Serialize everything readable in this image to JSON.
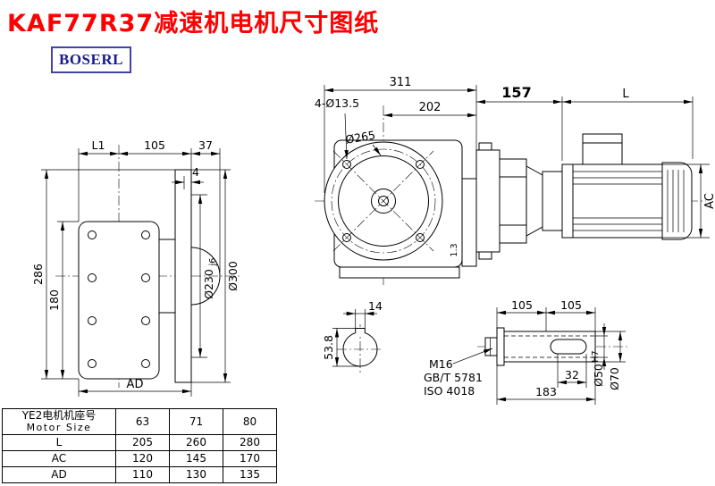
{
  "page": {
    "title": "KAF77R37减速机电机尺寸图纸",
    "logo": "BOSERL"
  },
  "side_view": {
    "l1": "L1",
    "d105": "105",
    "d37": "37",
    "d4": "4",
    "d286": "286",
    "d180": "180",
    "ad": "AD",
    "d230": "Ø230",
    "d230_tol": "j6",
    "d300": "Ø300"
  },
  "front_view": {
    "d311": "311",
    "d202": "202",
    "holes": "4-Ø13.5",
    "d265": "Ø265",
    "note": "1.3"
  },
  "motor_view": {
    "d157": "157",
    "l": "L",
    "ac": "AC"
  },
  "bore_view": {
    "d14": "14",
    "d538": "53.8"
  },
  "shaft_view": {
    "d105a": "105",
    "d105b": "105",
    "m16": "M16",
    "gbt": "GB/T 5781",
    "iso": "ISO 4018",
    "d32": "32",
    "d183": "183",
    "d50": "Ø50",
    "d50_tol": "H7",
    "d70": "Ø70"
  },
  "table": {
    "size_label_zh": "YE2电机机座号",
    "size_label_en": "Motor Size",
    "sizes": [
      "63",
      "71",
      "80"
    ],
    "rows": [
      {
        "label": "L",
        "values": [
          "205",
          "260",
          "280"
        ]
      },
      {
        "label": "AC",
        "values": [
          "120",
          "145",
          "170"
        ]
      },
      {
        "label": "AD",
        "values": [
          "110",
          "130",
          "135"
        ]
      }
    ]
  }
}
